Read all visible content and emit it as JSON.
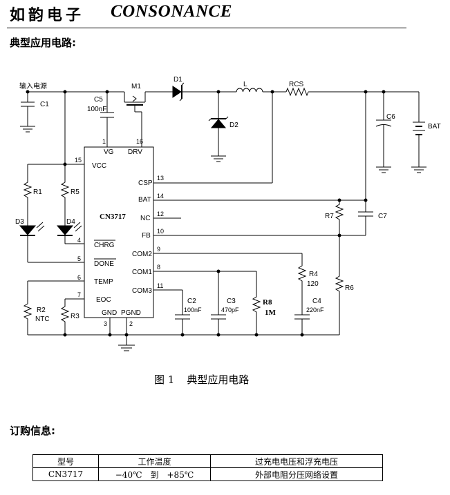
{
  "header": {
    "brand_cn": "如韵电子",
    "brand_en": "CONSONANCE"
  },
  "sections": {
    "typical_app": "典型应用电路:",
    "ordering": "订购信息:"
  },
  "figure": {
    "number": "图 1",
    "title": "典型应用电路"
  },
  "schematic": {
    "input_label": "输入电源",
    "chip": "CN3717",
    "components": {
      "c1": "C1",
      "c5": "C5",
      "c5_val": "100nF",
      "m1": "M1",
      "d1": "D1",
      "d2": "D2",
      "l": "L",
      "rcs": "RCS",
      "c6": "C6",
      "bat": "BAT",
      "r1": "R1",
      "r5": "R5",
      "d3": "D3",
      "d4": "D4",
      "r7": "R7",
      "c7": "C7",
      "r2": "R2",
      "ntc": "NTC",
      "r3": "R3",
      "c2": "C2",
      "c2_val": "100nF",
      "c3": "C3",
      "c3_val": "470pF",
      "r8": "R8",
      "r8_val": "1M",
      "r4": "R4",
      "r4_val": "120",
      "c4": "C4",
      "c4_val": "220nF",
      "r6": "R6"
    },
    "pins": {
      "vg": "VG",
      "drv": "DRV",
      "vcc": "VCC",
      "csp": "CSP",
      "bat": "BAT",
      "nc": "NC",
      "fb": "FB",
      "chrg": "CHRG",
      "done": "DONE",
      "com2": "COM2",
      "com1": "COM1",
      "com3": "COM3",
      "temp": "TEMP",
      "eoc": "EOC",
      "gnd": "GND",
      "pgnd": "PGND"
    },
    "pin_numbers": {
      "p1": "1",
      "p16": "16",
      "p15": "15",
      "p13": "13",
      "p14": "14",
      "p12": "12",
      "p10": "10",
      "p4": "4",
      "p5": "5",
      "p9": "9",
      "p8": "8",
      "p11": "11",
      "p6": "6",
      "p7": "7",
      "p3": "3",
      "p2": "2"
    }
  },
  "ordering_table": {
    "headers": [
      "型号",
      "工作温度",
      "过充电电压和浮充电压"
    ],
    "row": [
      "CN3717",
      "−40℃　到　+85℃",
      "外部电阻分压网络设置"
    ]
  }
}
